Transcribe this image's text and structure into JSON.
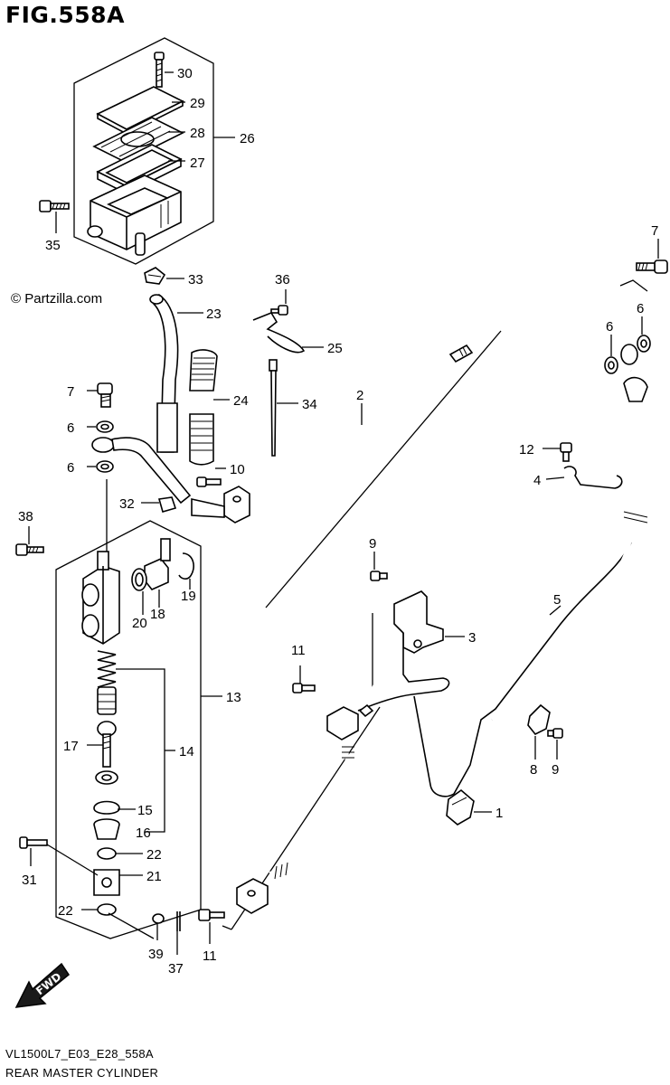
{
  "figure": {
    "title": "FIG.558A",
    "copyright": "© Partzilla.com",
    "model_code": "VL1500L7_E03_E28_558A",
    "section_name": "REAR MASTER CYLINDER",
    "fwd_label": "FWD"
  },
  "callouts": [
    {
      "id": "c30",
      "text": "30"
    },
    {
      "id": "c29",
      "text": "29"
    },
    {
      "id": "c28",
      "text": "28"
    },
    {
      "id": "c26",
      "text": "26"
    },
    {
      "id": "c27",
      "text": "27"
    },
    {
      "id": "c35",
      "text": "35"
    },
    {
      "id": "c33",
      "text": "33"
    },
    {
      "id": "c23",
      "text": "23"
    },
    {
      "id": "c36",
      "text": "36"
    },
    {
      "id": "c25",
      "text": "25"
    },
    {
      "id": "c7a",
      "text": "7"
    },
    {
      "id": "c24",
      "text": "24"
    },
    {
      "id": "c34",
      "text": "34"
    },
    {
      "id": "c2",
      "text": "2"
    },
    {
      "id": "c6a",
      "text": "6"
    },
    {
      "id": "c6b",
      "text": "6"
    },
    {
      "id": "c10",
      "text": "10"
    },
    {
      "id": "c32",
      "text": "32"
    },
    {
      "id": "c38",
      "text": "38"
    },
    {
      "id": "c19",
      "text": "19"
    },
    {
      "id": "c20",
      "text": "20"
    },
    {
      "id": "c18",
      "text": "18"
    },
    {
      "id": "c13",
      "text": "13"
    },
    {
      "id": "c14",
      "text": "14"
    },
    {
      "id": "c17",
      "text": "17"
    },
    {
      "id": "c15",
      "text": "15"
    },
    {
      "id": "c16",
      "text": "16"
    },
    {
      "id": "c22a",
      "text": "22"
    },
    {
      "id": "c21",
      "text": "21"
    },
    {
      "id": "c22b",
      "text": "22"
    },
    {
      "id": "c31",
      "text": "31"
    },
    {
      "id": "c39",
      "text": "39"
    },
    {
      "id": "c37",
      "text": "37"
    },
    {
      "id": "c11a",
      "text": "11"
    },
    {
      "id": "c11b",
      "text": "11"
    },
    {
      "id": "c9a",
      "text": "9"
    },
    {
      "id": "c3",
      "text": "3"
    },
    {
      "id": "c1",
      "text": "1"
    },
    {
      "id": "c5",
      "text": "5"
    },
    {
      "id": "c7b",
      "text": "7"
    },
    {
      "id": "c6c",
      "text": "6"
    },
    {
      "id": "c6d",
      "text": "6"
    },
    {
      "id": "c12",
      "text": "12"
    },
    {
      "id": "c4",
      "text": "4"
    },
    {
      "id": "c8",
      "text": "8"
    },
    {
      "id": "c9b",
      "text": "9"
    }
  ]
}
